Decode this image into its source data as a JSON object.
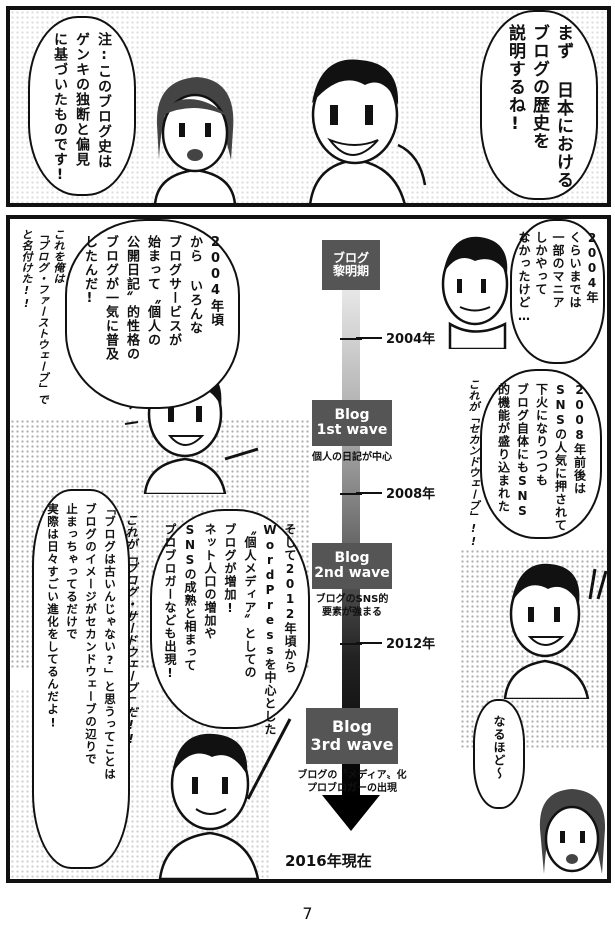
{
  "panel_top": {
    "speech_main": "まず 日本における\nブログの歴史を\n説明するね!",
    "speech_note": "注:このブログ史は\nゲンキの独断と偏見\nに基づいたものです!"
  },
  "panel_main": {
    "speech_early": "2004年\nくらいまでは\n一部のマニア\nしかやって\nなかったけど…",
    "speech_2004": "2004年頃\nから いろんな\nブログサービスが\n始まって〝個人の\n公開日記〟的性格の\nブログが一気に普及\nしたんだ!",
    "hand_first": "これを俺は\n「ブログ・ファーストウェーブ」で\nと名付けた!!",
    "speech_2008": "2008年前後は\nSNSの人気に押されて\n下火になりつつも\nブログ自体にもSNS\n的機能が盛り込まれた",
    "hand_second": "これが「セカンドウェーブ」!!",
    "speech_2012": "そして2012年頃から\nWordPressを中心とした\n〝個人メディア〟としての\nブログが増加!\nネット人口の増加や\nSNSの成熟と相まって\nプロブロガーなども出現!",
    "hand_third": "これが「ブログ・サードウェーブ」だ!!",
    "speech_conclusion": "「ブログは古いんじゃない?」と思うってことは\nブログのイメージがセカンドウェーブの辺りで\n止まっちゃってるだけで\n実際は日々すごい進化をしてるんだよ!",
    "speech_naruhodo": "なるほど〜"
  },
  "timeline": {
    "eras": [
      {
        "label": "ブログ\n黎明期"
      },
      {
        "label": "Blog\n1st wave",
        "caption": "個人の日記が中心"
      },
      {
        "label": "Blog\n2nd wave",
        "caption": "ブログのSNS的\n要素が強まる"
      },
      {
        "label": "Blog\n3rd wave",
        "caption": "ブログの〝メディア〟化\nプロブロガーの出現"
      }
    ],
    "years": [
      "2004年",
      "2008年",
      "2012年"
    ],
    "present": "2016年現在"
  },
  "page_number": "7",
  "colors": {
    "ink": "#111111",
    "era_box": "#555555",
    "screentone": "#777777"
  }
}
